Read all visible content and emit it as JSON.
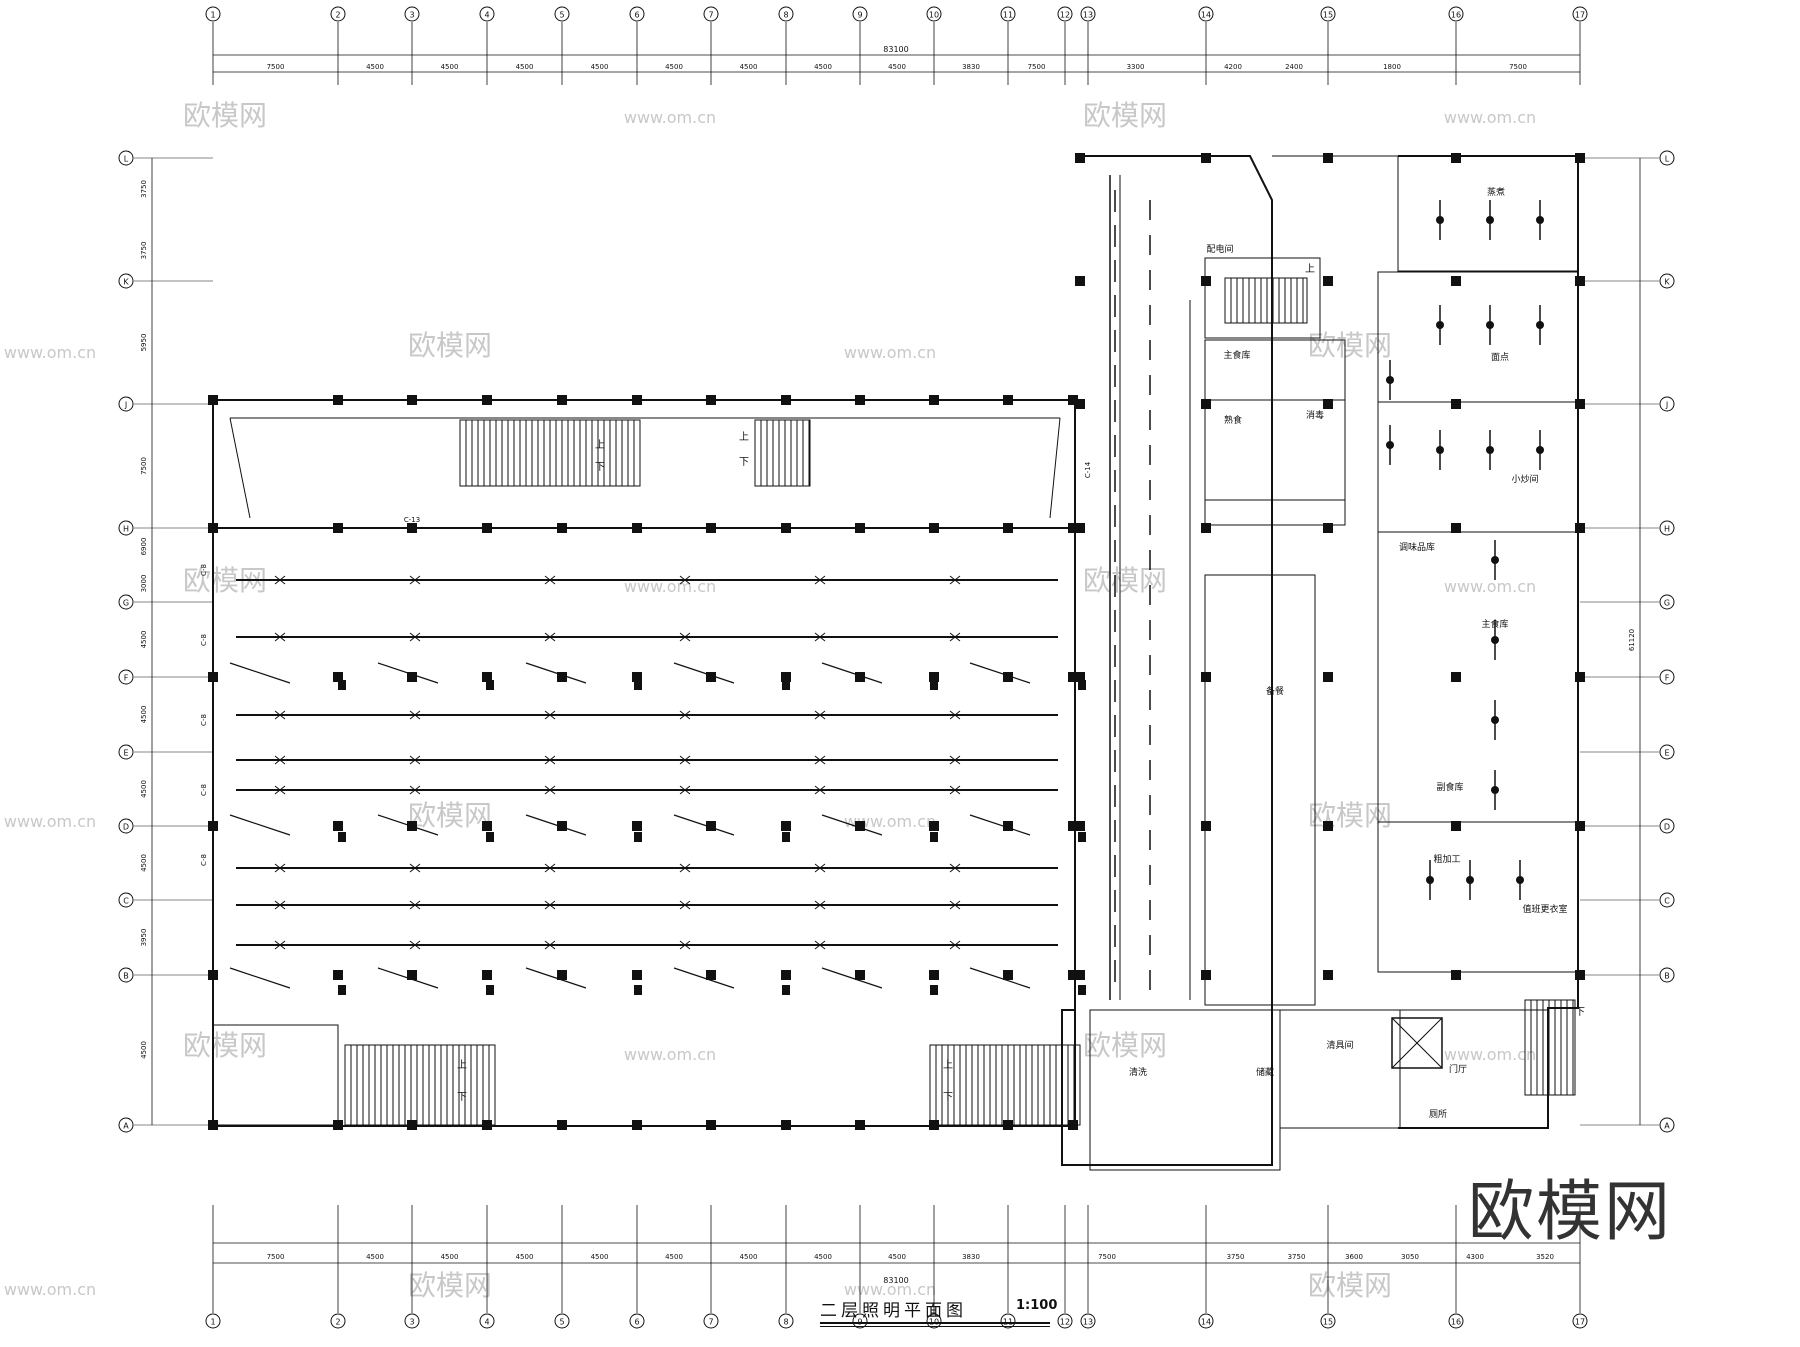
{
  "title": "二层照明平面图",
  "scale": "1:100",
  "brand_watermark": "欧模网",
  "watermark_text": "www.om.cn",
  "columns": [
    "1",
    "2",
    "3",
    "4",
    "5",
    "6",
    "7",
    "8",
    "9",
    "10",
    "11",
    "12",
    "13",
    "14",
    "15",
    "16",
    "17"
  ],
  "rows": [
    "L",
    "K",
    "J",
    "H",
    "G",
    "F",
    "E",
    "D",
    "C",
    "B",
    "A"
  ],
  "total_width": "83100",
  "total_height": "61120",
  "top_dims": [
    "7500",
    "4500",
    "4500",
    "4500",
    "4500",
    "4500",
    "4500",
    "4500",
    "4500",
    "3830",
    "7500",
    "3300",
    "4200",
    "2400",
    "1800",
    "7500"
  ],
  "bottom_dims": [
    "7500",
    "4500",
    "4500",
    "4500",
    "4500",
    "4500",
    "4500",
    "4500",
    "4500",
    "3830",
    "7500",
    "3750",
    "3750",
    "3600",
    "3050",
    "4300",
    "3520"
  ],
  "left_dims": [
    "3750",
    "3750",
    "5950",
    "7500",
    "6900",
    "3000",
    "4500",
    "4500",
    "4500",
    "4500",
    "3950",
    "4500"
  ],
  "stair_labels": [
    "上",
    "下",
    "上",
    "下",
    "上",
    "下",
    "上",
    "下",
    "上",
    "下"
  ],
  "circuit_labels": [
    "C-13",
    "C-14",
    "C-8",
    "C-8",
    "C-8",
    "C-8",
    "C-8"
  ],
  "rooms": [
    "蒸煮",
    "配电间",
    "主食库",
    "面点",
    "熟食",
    "消毒",
    "小炒间",
    "调味品库",
    "备餐",
    "主食库",
    "副食库",
    "粗加工",
    "值班更衣室",
    "清洗",
    "储藏",
    "清具间",
    "门厅",
    "厕所"
  ]
}
